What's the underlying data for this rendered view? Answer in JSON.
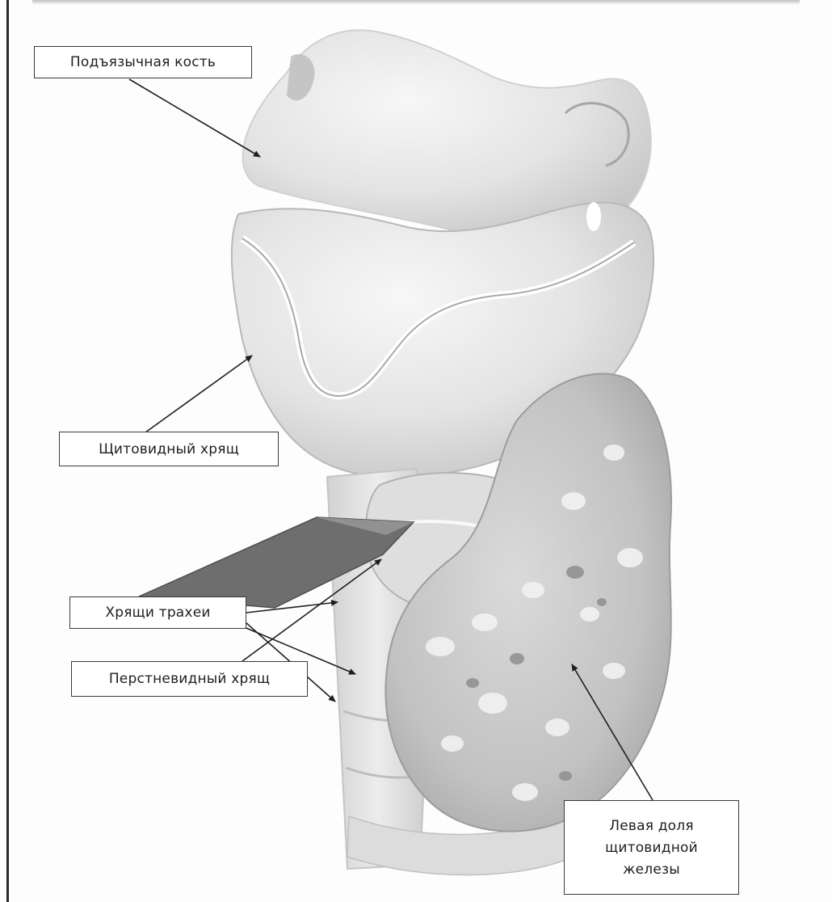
{
  "labels": {
    "hyoid_bone": "Подъязычная кость",
    "thyroid_cartilage": "Щитовидный хрящ",
    "cricoid_cartilage": "Перстневидный  хрящ",
    "tracheal_cartilages": "Хрящи трахеи",
    "left_thyroid_lobe": {
      "line1": "Левая доля",
      "line2": "щитовидной",
      "line3": "железы"
    }
  },
  "colors": {
    "line": "#1e1e1e",
    "label_border": "#3a3a3a",
    "cartilage_light": "#e9e9e9",
    "cartilage_shadow": "#bdbdbd",
    "gland": "#cfcfcf",
    "gland_dark": "#8f8f8f",
    "blade": "#6e6e6e"
  }
}
